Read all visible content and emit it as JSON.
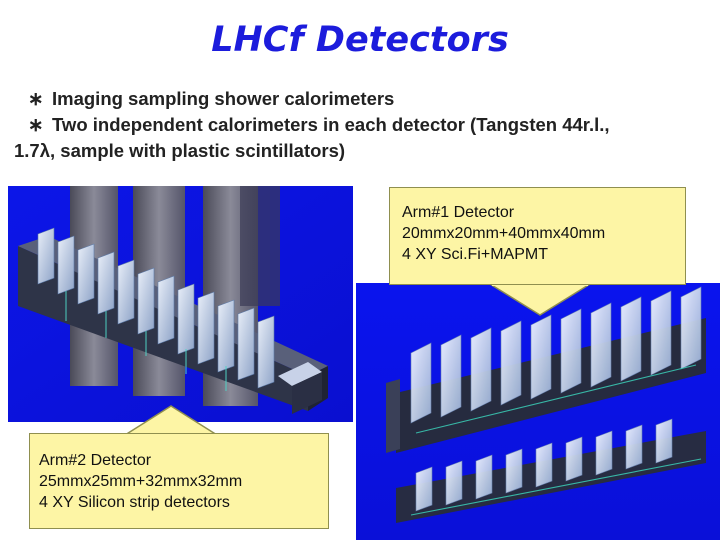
{
  "slide": {
    "title": "LHCf Detectors",
    "bullets": [
      {
        "icon": "asterisk-bullet-icon",
        "text": "Imaging sampling shower calorimeters"
      },
      {
        "icon": "asterisk-bullet-icon",
        "text": "Two independent calorimeters in each detector (Tangsten 44r.l.,",
        "continuation": "1.7λ, sample with plastic scintillators)"
      }
    ],
    "bullet_glyph": "∗",
    "callout_arm1": {
      "lines": [
        "Arm#1 Detector",
        "20mmx20mm+40mmx40mm",
        "4 XY Sci.Fi+MAPMT"
      ]
    },
    "callout_arm2": {
      "lines": [
        "Arm#2 Detector",
        "25mmx25mm+32mmx32mm",
        "4 XY Silicon strip detectors"
      ]
    },
    "colors": {
      "title": "#1c1cdc",
      "render_background": "#0000ff",
      "callout_fill": "#fdf5a5"
    }
  }
}
